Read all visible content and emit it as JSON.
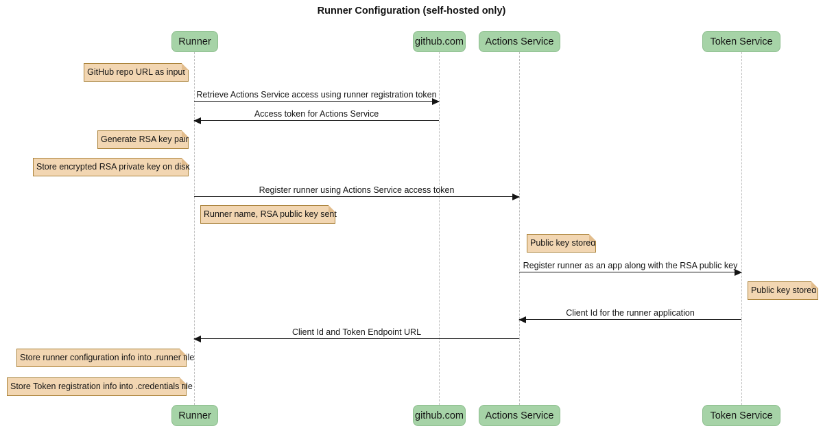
{
  "title": "Runner Configuration (self-hosted only)",
  "colors": {
    "actor_fill": "#a6d3a7",
    "actor_border": "#8cbd8d",
    "note_fill": "#f2d6b2",
    "note_border": "#aa8239",
    "lifeline": "#bdbdbd",
    "arrow": "#141414",
    "background": "#ffffff"
  },
  "actors": [
    {
      "id": "runner",
      "label": "Runner"
    },
    {
      "id": "github",
      "label": "github.com"
    },
    {
      "id": "actions",
      "label": "Actions Service"
    },
    {
      "id": "token",
      "label": "Token Service"
    }
  ],
  "messages": [
    {
      "from": "Runner",
      "to": "github.com",
      "label": "Retrieve Actions Service access using runner registration token"
    },
    {
      "from": "github.com",
      "to": "Runner",
      "label": "Access token for Actions Service"
    },
    {
      "from": "Runner",
      "to": "Actions Service",
      "label": "Register runner using Actions Service access token"
    },
    {
      "from": "Actions Service",
      "to": "Token Service",
      "label": "Register runner as an app along with the RSA public key"
    },
    {
      "from": "Token Service",
      "to": "Actions Service",
      "label": "Client Id for the runner application"
    },
    {
      "from": "Actions Service",
      "to": "Runner",
      "label": "Client Id and Token Endpoint URL"
    }
  ],
  "notes": [
    {
      "position": "left of Runner",
      "label": "GitHub repo URL as input"
    },
    {
      "position": "left of Runner",
      "label": "Generate RSA key pair"
    },
    {
      "position": "left of Runner",
      "label": "Store encrypted RSA private key on disk"
    },
    {
      "position": "right of Runner",
      "label": "Runner name, RSA public key sent"
    },
    {
      "position": "right of Actions Service",
      "label": "Public key stored"
    },
    {
      "position": "right of Token Service",
      "label": "Public key stored"
    },
    {
      "position": "left of Runner",
      "label": "Store runner configuration info into .runner file"
    },
    {
      "position": "left of Runner",
      "label": "Store Token registration info into .credentials file"
    }
  ]
}
